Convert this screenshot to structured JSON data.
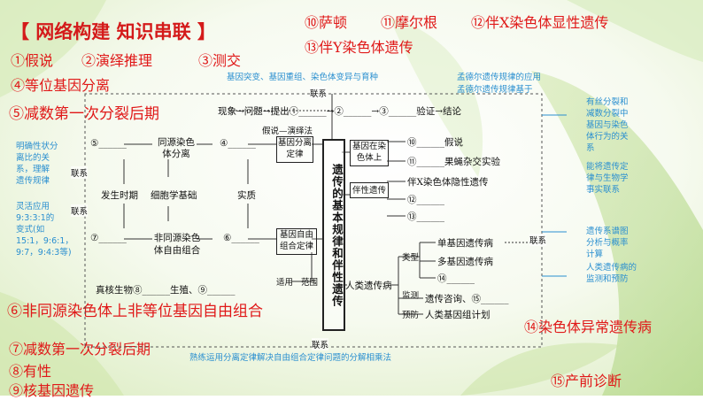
{
  "heading": "【 网络构建  知识串联 】",
  "answers": {
    "a1": "①假说",
    "a2": "②演绎推理",
    "a3": "③测交",
    "a4": "④等位基因分离",
    "a5": "⑤减数第一次分裂后期",
    "a6": "⑥非同源染色体上非等位基因自由组合",
    "a7": "⑦减数第一次分裂后期",
    "a8": "⑧有性",
    "a9": "⑨核基因遗传",
    "a10": "⑩萨顿",
    "a11": "⑪摩尔根",
    "a12": "⑫伴X染色体显性遗传",
    "a13": "⑬伴Y染色体遗传",
    "a14": "⑭染色体异常遗传病",
    "a15": "⑮产前诊断"
  },
  "notes": {
    "top_left": "基因突变、基因重组、染色体变异与育种",
    "top_right_1": "孟德尔遗传规律的应用",
    "top_right_2": "孟德尔遗传规律基于",
    "left": [
      "明确性状分",
      "离比的关",
      "系，理解",
      "遗传规律"
    ],
    "left2": [
      "灵活应用",
      "9:3:3:1的",
      "变式(如",
      "15:1，9:6:1，",
      "9:7，9:4:3等)"
    ],
    "right": [
      "有丝分裂和",
      "减数分裂中",
      "基因与染色",
      "体行为的关",
      "系"
    ],
    "right2": [
      "遗传系谱图",
      "分析与概率",
      "计算"
    ],
    "right3": [
      "人类遗传病的",
      "监测和预防"
    ],
    "right4": [
      "能将遗传定",
      "律与生物学",
      "事实联系"
    ],
    "bottom": "熟练运用分离定律解决自由组合定律问题的分解相乘法"
  },
  "diagram": {
    "center_title": "遗传的基本规律和伴性遗传",
    "lianxi": "联系",
    "chain": "现象→问题→提出①______→②______→③______验证→结论",
    "hypothesis": "假说—演绎法",
    "node5": "⑤______",
    "same_source": "同源染色体分离",
    "node4": "④______",
    "sep_law": "基因分离定律",
    "period": "发生时期",
    "cell_basis": "细胞学基础",
    "essence": "实质",
    "node7": "⑦______",
    "nonsame": "非同源染色体自由组合",
    "node6": "⑥______",
    "free_law": "基因自由组合定律",
    "scope": "真核生物⑧______生殖、⑨______",
    "apply": "适用",
    "range": "范围",
    "gene_on_chr": "基因在染色体上",
    "n10": "⑩______假说",
    "n11": "⑪______果蝇杂交实验",
    "sex_link": "伴性遗传",
    "xrec": "伴X染色体隐性遗传",
    "n12": "⑫______",
    "n13": "⑬______",
    "human_disease": "人类遗传病",
    "type": "类型",
    "single": "单基因遗传病",
    "multi": "多基因遗传病",
    "n14": "⑭______",
    "monitor": "监测",
    "prevent": "预防",
    "counsel": "遗传咨询、⑮______",
    "genome": "人类基因组计划"
  }
}
